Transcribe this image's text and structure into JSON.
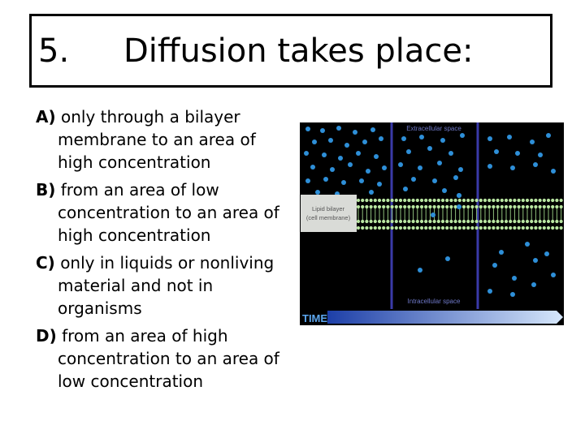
{
  "slide": {
    "number": "5.",
    "title": "Diffusion takes place:"
  },
  "options": [
    {
      "letter": "A)",
      "text": "only through a bilayer membrane to an area of high concentration"
    },
    {
      "letter": "B)",
      "text": "from an area of low concentration to an area of high concentration"
    },
    {
      "letter": "C)",
      "text": "only in liquids or nonliving material and not in organisms"
    },
    {
      "letter": "D)",
      "text": "from an area of high concentration to an area of low concentration"
    }
  ],
  "diagram": {
    "extracellular_label": "Extracellular space",
    "intracellular_label": "Intracellular space",
    "bilayer_label_line1": "Lipid bilayer",
    "bilayer_label_line2": "(cell membrane)",
    "time_label": "TIME",
    "colors": {
      "background": "#000000",
      "molecule": "#2e8fd8",
      "lipid_head": "#b9e6a2",
      "divider": "#3a3aa8",
      "arrow_start": "#1d3fa8",
      "arrow_end": "#d6e7fb"
    }
  }
}
